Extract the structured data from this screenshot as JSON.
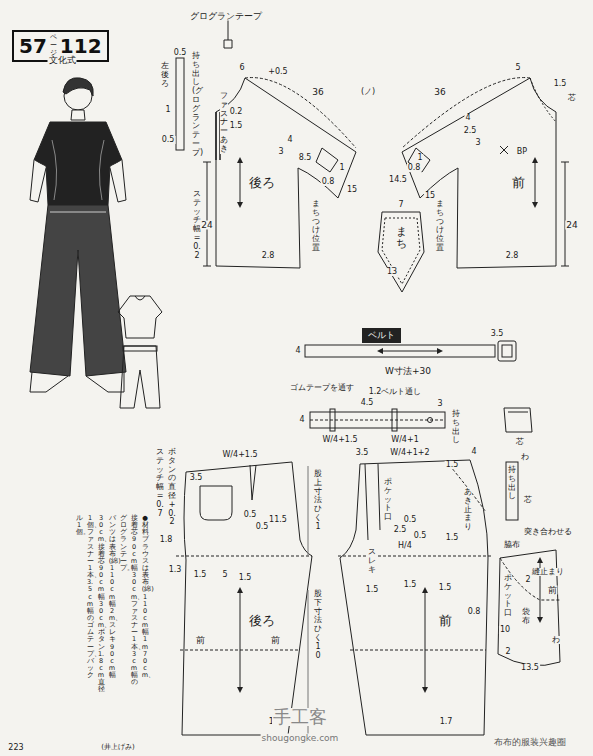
{
  "diagram": {
    "nodes": [
      {
        "text": [
          "57",
          "ページ",
          "112"
        ]
      },
      {
        "text": [
          "ベルト"
        ]
      }
    ],
    "labels": [
      "文化式",
      "グログランテープ",
      "持ち出し(グログランテープ)",
      "左後ろ",
      "0.5",
      "1",
      "0.5",
      "ファスナーあき",
      "6",
      "+0.5",
      "0.2",
      "1.5",
      "36",
      "(ノ)",
      "4",
      "3",
      "8.5",
      "後ろ",
      "0.8",
      "1",
      "15",
      "まちつけ位置",
      "ステッチ幅=0.2",
      "24",
      "2.8",
      "36",
      "5",
      "1.5",
      "芯",
      "4",
      "2.5",
      "3",
      "BP",
      "14.5",
      "0.8",
      "1",
      "15",
      "まちつけ位置",
      "前",
      "24",
      "2.8",
      "7",
      "まち",
      "13",
      "3.5",
      "4",
      "W寸法+30",
      "ゴムテープを通す",
      "1.2ベルト通し",
      "4.5",
      "4",
      "W/4+1.5",
      "W/4+1",
      "3",
      "持ち出し",
      "芯",
      "W/4+1.5",
      "ボタンの直径+0.2",
      "ステッチ幅=0.7",
      "1.8",
      "3.5",
      "0.5",
      "0.5",
      "11.5",
      "1.3",
      "1.5",
      "5",
      "1.5",
      "後ろ",
      "前",
      "前",
      "1.7",
      "股上寸法ひく1",
      "股下寸法ひく10",
      "3.5",
      "W/4+1+2",
      "1.5",
      "4",
      "あき止まり",
      "持ち出し",
      "わ",
      "芯",
      "ポケット口",
      "2.5",
      "0.5",
      "0.5",
      "H/4",
      "1.5",
      "スレキ",
      "1.5",
      "1.5",
      "1.5",
      "前",
      "0.8",
      "1.7",
      "脇布",
      "突き合わせる",
      "縫止まり",
      "前",
      "ポケット口",
      "2",
      "10",
      "袋布",
      "2",
      "13.5",
      "わ",
      "●材料 ブラウスは表布(綿)110cm幅1m70cm、",
      "接着芯90cm幅30cm、ファスナー1本、3cm幅の",
      "グログランテープ。",
      "パンツは表布(綿)110cm幅2m、スレキ90cm幅",
      "30cm、接着芯90cm幅30cm、ボタン1.8cm直径",
      "1個、ファスナー1本、3.5cm幅のゴムテープ、バック",
      "ル1個。",
      "(井上げみ)",
      "手工客",
      "shougongke.com",
      "布布的服装兴趣圈",
      "223"
    ]
  }
}
